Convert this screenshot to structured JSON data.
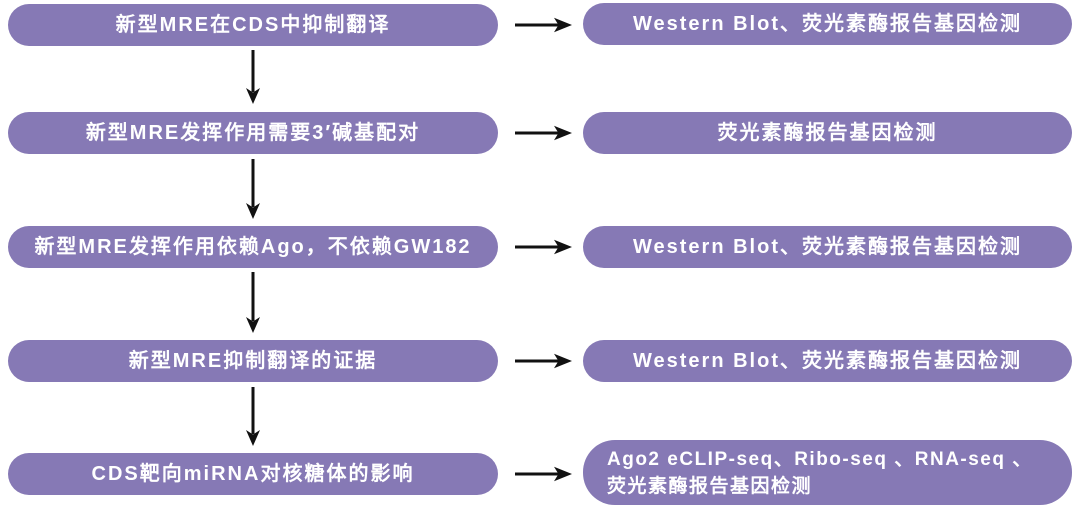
{
  "diagram_type": "flowchart",
  "colors": {
    "background": "#ffffff",
    "box_fill": "#8679b5",
    "box_text": "#ffffff",
    "arrow": "#111111"
  },
  "rows": [
    {
      "step": "新型MRE在CDS中抑制翻译",
      "method": "Western Blot、荧光素酶报告基因检测"
    },
    {
      "step": "新型MRE发挥作用需要3′碱基配对",
      "method": "荧光素酶报告基因检测"
    },
    {
      "step": "新型MRE发挥作用依赖Ago，不依赖GW182",
      "method": "Western Blot、荧光素酶报告基因检测"
    },
    {
      "step": "新型MRE抑制翻译的证据",
      "method": "Western Blot、荧光素酶报告基因检测"
    },
    {
      "step": "CDS靶向miRNA对核糖体的影响",
      "method": "Ago2 eCLIP-seq、Ribo-seq 、RNA-seq 、荧光素酶报告基因检测"
    }
  ]
}
